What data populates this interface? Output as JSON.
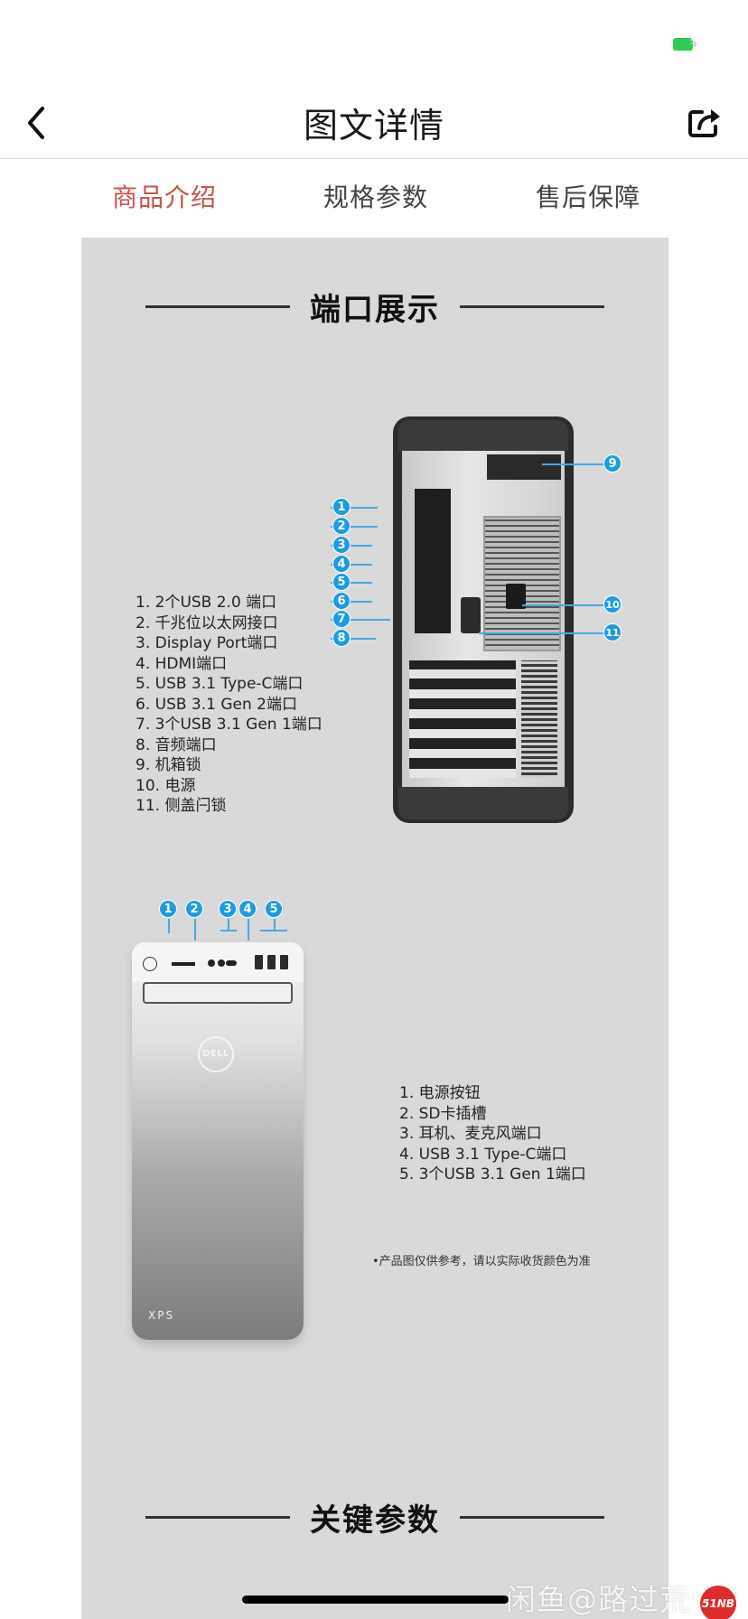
{
  "status_bar": {
    "battery_color": "#2fc957",
    "battery_icon": "battery-charging-icon"
  },
  "nav": {
    "title": "图文详情",
    "back_icon": "chevron-left-icon",
    "share_icon": "share-icon"
  },
  "tabs": [
    {
      "label": "商品介绍",
      "active": true
    },
    {
      "label": "规格参数",
      "active": false
    },
    {
      "label": "售后保障",
      "active": false
    }
  ],
  "accent_color": "#c5544a",
  "sections": {
    "ports": {
      "heading": "端口展示",
      "rear_list": [
        "1.  2个USB 2.0 端口",
        "2. 千兆位以太网接口",
        "3. Display Port端口",
        "4. HDMI端口",
        "5. USB 3.1 Type-C端口",
        "6. USB 3.1 Gen 2端口",
        "7. 3个USB 3.1 Gen 1端口",
        "8. 音频端口",
        "9. 机箱锁",
        "10. 电源",
        "11.  侧盖闩锁"
      ],
      "rear_callouts": [
        "1",
        "2",
        "3",
        "4",
        "5",
        "6",
        "7",
        "8",
        "9",
        "10",
        "11"
      ],
      "front_list": [
        "1. 电源按钮",
        "2. SD卡插槽",
        "3. 耳机、麦克风端口",
        "4. USB 3.1 Type-C端口",
        "5. 3个USB 3.1 Gen 1端口"
      ],
      "front_callouts": [
        "1",
        "2",
        "3",
        "4",
        "5"
      ],
      "front_brand": "DELL",
      "front_model": "XPS",
      "disclaimer": "•产品图仅供参考，请以实际收货颜色为准",
      "callout_color": "#1e9be0"
    },
    "key_params": {
      "heading": "关键参数"
    }
  },
  "watermark": {
    "text": "闲鱼@路过荒",
    "badge": "51NB"
  }
}
